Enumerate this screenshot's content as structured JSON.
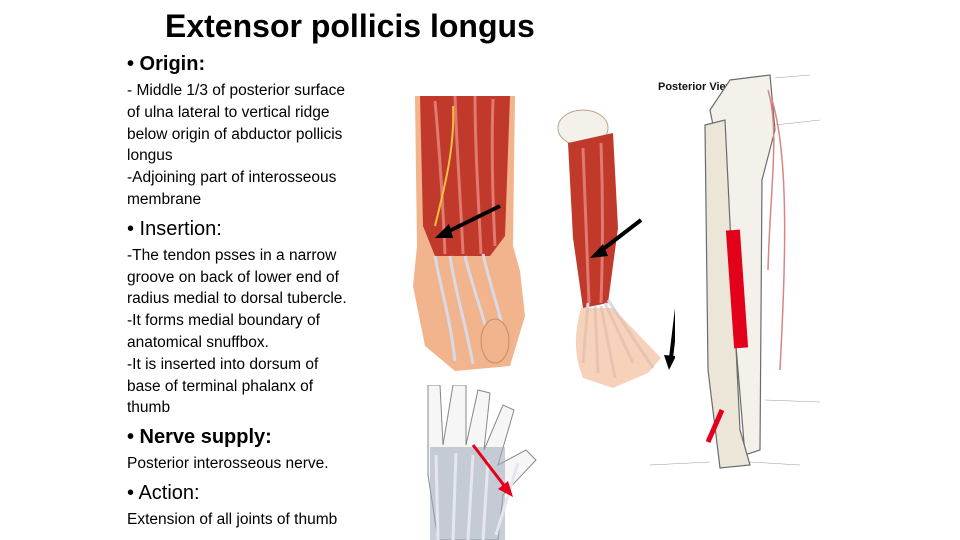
{
  "slide": {
    "title": "Extensor pollicis longus",
    "origin": {
      "heading": "• Origin:",
      "lines": [
        "- Middle 1/3 of posterior surface",
        "of ulna lateral to vertical ridge",
        "below origin of abductor pollicis",
        "longus",
        "-Adjoining part of interosseous",
        "membrane"
      ]
    },
    "insertion": {
      "heading": "• Insertion:",
      "lines": [
        "-The tendon psses in a narrow",
        "groove on back of lower end of",
        "radius medial to dorsal tubercle.",
        "-It forms medial boundary of",
        "anatomical snuffbox.",
        "-It is inserted into dorsum of",
        "base of terminal phalanx of",
        "thumb"
      ]
    },
    "nerve_supply": {
      "heading": "• Nerve supply:",
      "text": "Posterior interosseous nerve."
    },
    "action": {
      "heading": "• Action:",
      "text": "Extension of all joints of thumb"
    }
  },
  "figures": {
    "bone_view_label": "Posterior View",
    "colors": {
      "muscle": "#c0392b",
      "muscle_light": "#e07a6e",
      "tendon": "#d9d9e8",
      "skin": "#f2b48c",
      "bone": "#f4f1ea",
      "bone_outline": "#6b6b6b",
      "marker_red": "#e3001b",
      "arrow_black": "#000000"
    }
  }
}
